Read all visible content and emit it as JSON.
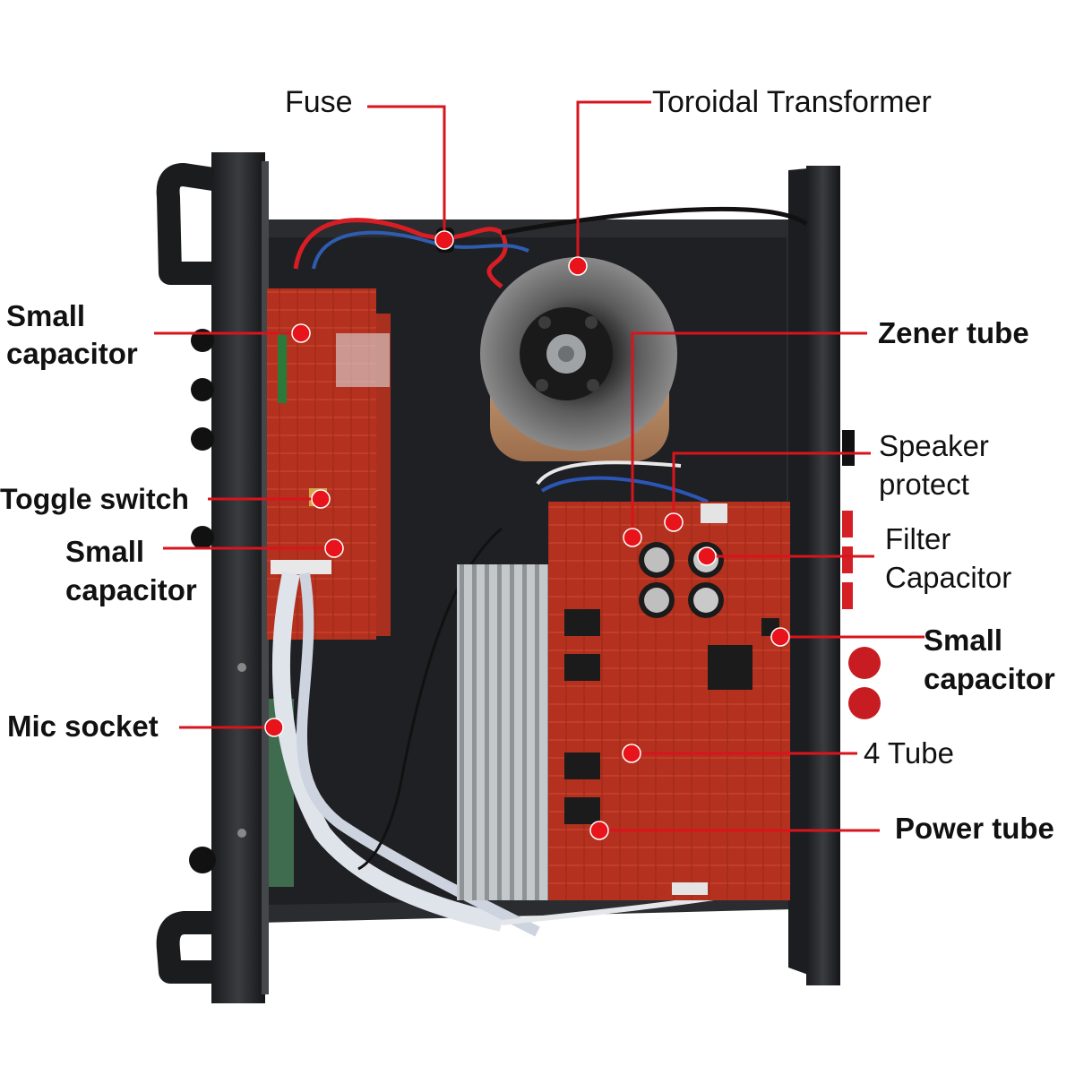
{
  "callouts": {
    "fuse": [
      "Fuse"
    ],
    "toroidal_transformer": [
      "Toroidal Transformer"
    ],
    "small_capacitor_top": [
      "Small",
      "capacitor"
    ],
    "zener_tube": [
      "Zener tube"
    ],
    "speaker_protect": [
      "Speaker",
      "protect"
    ],
    "toggle_switch": [
      "Toggle switch"
    ],
    "small_capacitor_mid": [
      "Small",
      "capacitor"
    ],
    "filter_capacitor": [
      "Filter",
      "Capacitor"
    ],
    "small_capacitor_right": [
      "Small",
      "capacitor"
    ],
    "mic_socket": [
      "Mic socket"
    ],
    "four_tube": [
      "4 Tube"
    ],
    "power_tube": [
      "Power tube"
    ]
  },
  "colors": {
    "leader_line": "#d8141c",
    "marker_dot": "#e8131b",
    "chassis": "#232528",
    "pcb": "#b8311f",
    "heatsink": "#bfc3c6"
  }
}
